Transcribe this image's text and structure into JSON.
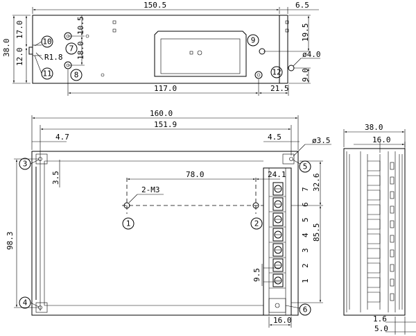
{
  "top_view": {
    "dims": {
      "width_150_5": "150.5",
      "right_6_5": "6.5",
      "height_38_0": "38.0",
      "left_17_0": "17.0",
      "left_12_0": "12.0",
      "h_10_5": "10.5",
      "h_18_0": "18.0",
      "radius": "R1.8",
      "right_19_5": "19.5",
      "hole_4_0": "ø4.0",
      "right_9_0": "9.0",
      "bottom_117_0": "117.0",
      "bottom_21_5": "21.5"
    },
    "callouts": [
      "10",
      "7",
      "9",
      "11",
      "8",
      "12"
    ]
  },
  "front_view": {
    "dims": {
      "width_160_0": "160.0",
      "width_151_9": "151.9",
      "left_4_7": "4.7",
      "right_4_5": "4.5",
      "hole_3_5": "ø3.5",
      "h_3_5": "3.5",
      "mount_78_0": "78.0",
      "screw": "2-M3",
      "term_24_1": "24.1",
      "term_32_6": "32.6",
      "height_98_3": "98.3",
      "height_85_5": "85.5",
      "pitch_9_5": "9.5",
      "bottom_16_0": "16.0"
    },
    "callouts": [
      "3",
      "5",
      "1",
      "2",
      "4",
      "6"
    ],
    "terminals": [
      "7",
      "6",
      "5",
      "4",
      "3",
      "2",
      "1"
    ]
  },
  "side_view": {
    "dims": {
      "width_38_0": "38.0",
      "w_16_0": "16.0",
      "b_1_6": "1.6",
      "b_5_0": "5.0"
    }
  }
}
